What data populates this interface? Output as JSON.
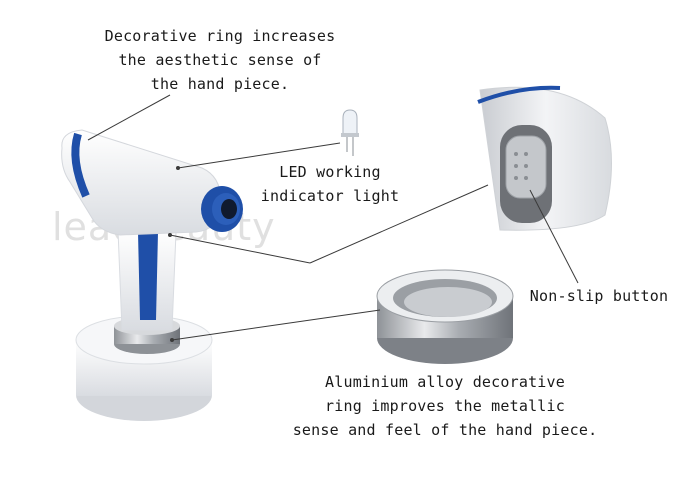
{
  "callouts": {
    "ring_top": [
      "Decorative ring increases",
      "the aesthetic sense of",
      "the hand piece."
    ],
    "led": [
      "LED working",
      "indicator light"
    ],
    "button": [
      "Non-slip button"
    ],
    "ring_bottom": [
      "Aluminium alloy decorative",
      "ring improves the metallic",
      "sense and feel of the hand piece."
    ]
  },
  "watermark": "leadbeauty",
  "colors": {
    "accent_blue": "#1f4fa8",
    "body_white": "#f4f5f7",
    "metal": "#b9bcc0",
    "leader": "#3a3a3a"
  },
  "icons": [
    "handpiece-device",
    "led-bulb-icon",
    "button-closeup",
    "metal-ring"
  ]
}
